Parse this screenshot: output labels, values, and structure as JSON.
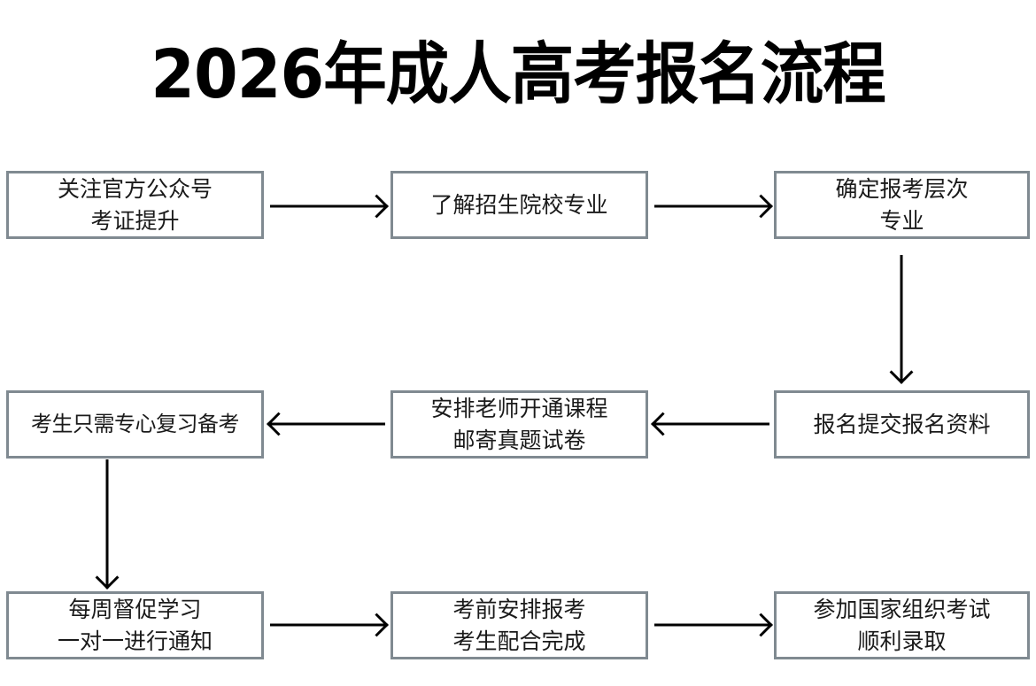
{
  "page": {
    "title": "2026年成人高考报名流程",
    "background_color": "#ffffff",
    "box_border_color": "#808a91",
    "arrow_color": "#000000",
    "text_color": "#1a1a1a"
  },
  "flowchart": {
    "type": "process-flow",
    "rows": 3,
    "columns": 3,
    "nodes": [
      {
        "id": "node-1",
        "row": 1,
        "column": 1,
        "lines": [
          "关注官方公众号",
          "考证提升"
        ]
      },
      {
        "id": "node-2",
        "row": 1,
        "column": 2,
        "lines": [
          "了解招生院校专业"
        ]
      },
      {
        "id": "node-3",
        "row": 1,
        "column": 3,
        "lines": [
          "确定报考层次",
          "专业"
        ]
      },
      {
        "id": "node-4",
        "row": 2,
        "column": 1,
        "lines": [
          "考生只需专心复习备考"
        ]
      },
      {
        "id": "node-5",
        "row": 2,
        "column": 2,
        "lines": [
          "安排老师开通课程",
          "邮寄真题试卷"
        ]
      },
      {
        "id": "node-6",
        "row": 2,
        "column": 3,
        "lines": [
          "报名提交报名资料"
        ]
      },
      {
        "id": "node-7",
        "row": 3,
        "column": 1,
        "lines": [
          "每周督促学习",
          "一对一进行通知"
        ]
      },
      {
        "id": "node-8",
        "row": 3,
        "column": 2,
        "lines": [
          "考前安排报考",
          "考生配合完成"
        ]
      },
      {
        "id": "node-9",
        "row": 3,
        "column": 3,
        "lines": [
          "参加国家组织考试",
          "顺利录取"
        ]
      }
    ],
    "connectors": [
      {
        "id": "arrow-1-to-2",
        "from": "node-1",
        "to": "node-2",
        "direction": "right"
      },
      {
        "id": "arrow-2-to-3",
        "from": "node-2",
        "to": "node-3",
        "direction": "right"
      },
      {
        "id": "arrow-3-to-6",
        "from": "node-3",
        "to": "node-6",
        "direction": "down"
      },
      {
        "id": "arrow-6-to-5",
        "from": "node-6",
        "to": "node-5",
        "direction": "left"
      },
      {
        "id": "arrow-5-to-4",
        "from": "node-5",
        "to": "node-4",
        "direction": "left"
      },
      {
        "id": "arrow-4-to-7",
        "from": "node-4",
        "to": "node-7",
        "direction": "down"
      },
      {
        "id": "arrow-7-to-8",
        "from": "node-7",
        "to": "node-8",
        "direction": "right"
      },
      {
        "id": "arrow-8-to-9",
        "from": "node-8",
        "to": "node-9",
        "direction": "right"
      }
    ]
  }
}
